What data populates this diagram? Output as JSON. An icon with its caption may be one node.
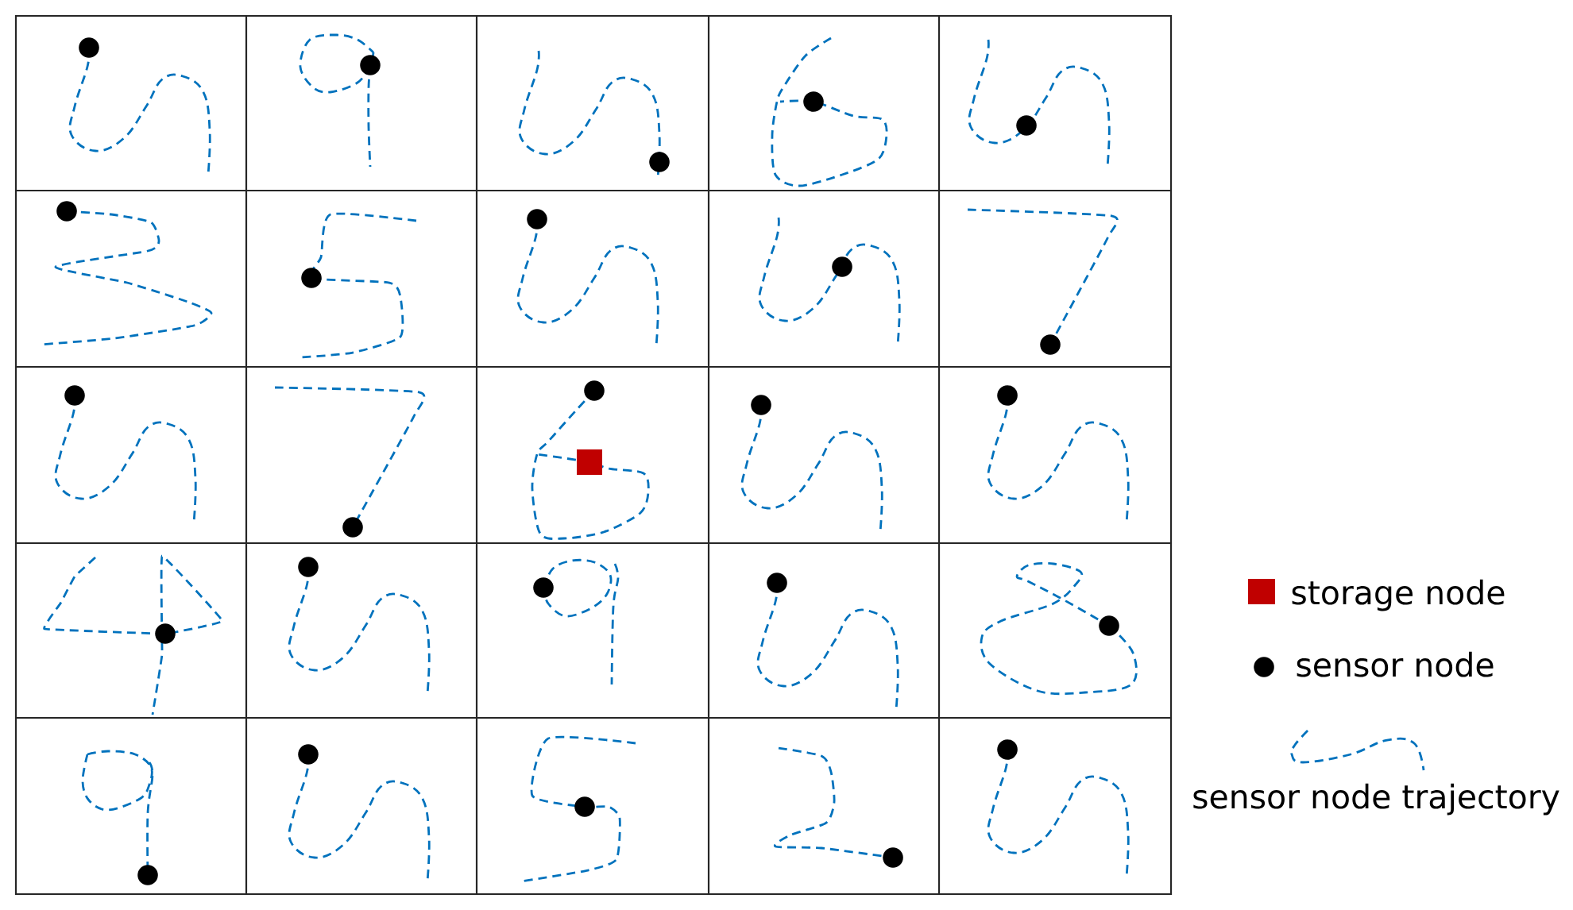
{
  "diagram": {
    "legend": [
      {
        "text": "storage node",
        "color": "#c00000"
      },
      {
        "text": "sensor node",
        "color": "#000000"
      },
      {
        "text": "sensor node trajectory"
      }
    ]
  }
}
